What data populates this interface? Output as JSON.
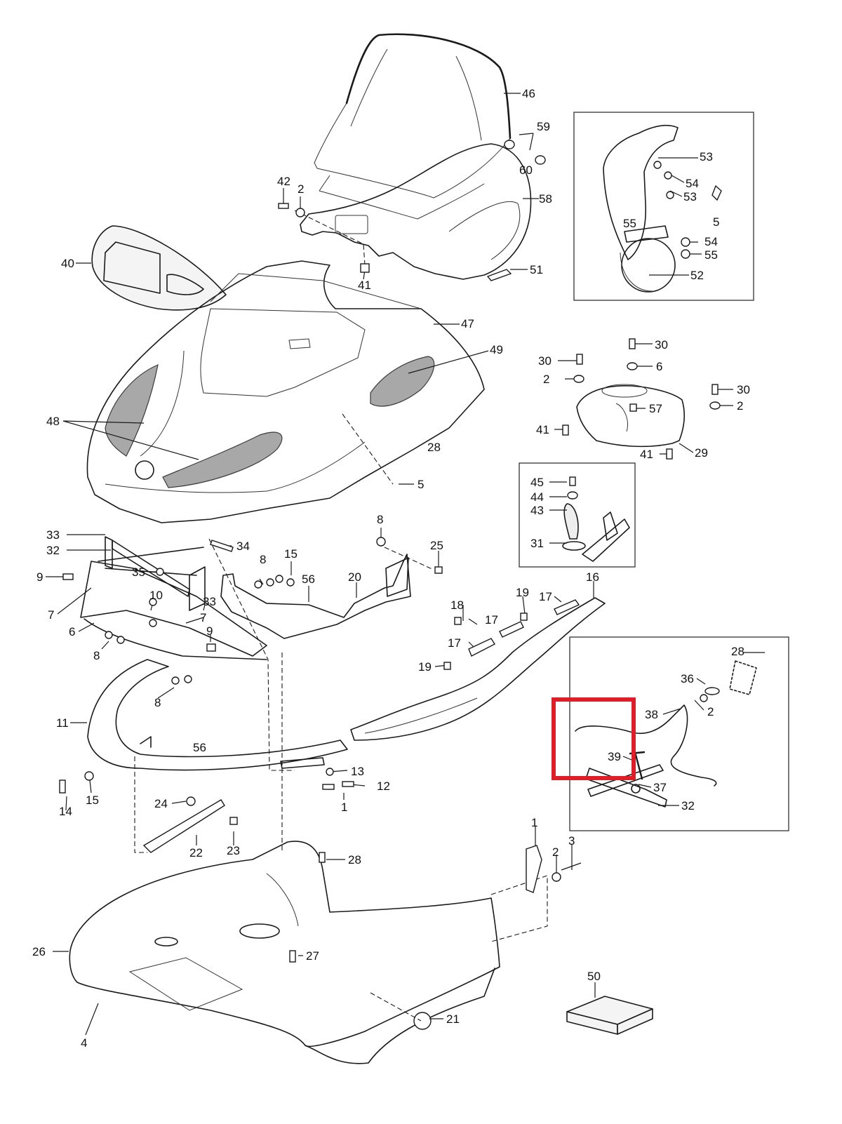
{
  "callouts": {
    "c46": "46",
    "c59": "59",
    "c60": "60",
    "c58": "58",
    "c42": "42",
    "c2a": "2",
    "c41a": "41",
    "c51": "51",
    "c40": "40",
    "c47": "47",
    "c49": "49",
    "c48": "48",
    "c28a": "28",
    "c5a": "5",
    "c53a": "53",
    "c54a": "54",
    "c53b": "53",
    "c5b": "5",
    "c55a": "55",
    "c54b": "54",
    "c55b": "55",
    "c52": "52",
    "c30a": "30",
    "c30b": "30",
    "c6a": "6",
    "c2b": "2",
    "c30c": "30",
    "c2c": "2",
    "c57": "57",
    "c41b": "41",
    "c41c": "41",
    "c29": "29",
    "c45": "45",
    "c44": "44",
    "c43": "43",
    "c31": "31",
    "c33a": "33",
    "c32a": "32",
    "c34": "34",
    "c8a": "8",
    "c25": "25",
    "c35": "35",
    "c9a": "9",
    "c8b": "8",
    "c15a": "15",
    "c56a": "56",
    "c20": "20",
    "c16": "16",
    "c7a": "7",
    "c6b": "6",
    "c10": "10",
    "c33b": "33",
    "c7b": "7",
    "c9b": "9",
    "c8c": "8",
    "c8d": "8",
    "c18": "18",
    "c19a": "19",
    "c17a": "17",
    "c17b": "17",
    "c17c": "17",
    "c19b": "19",
    "c11": "11",
    "c56b": "56",
    "c13": "13",
    "c12": "12",
    "c1a": "1",
    "c15b": "15",
    "c14": "14",
    "c24": "24",
    "c22": "22",
    "c23": "23",
    "c28b": "28",
    "c36": "36",
    "c38": "38",
    "c2d": "2",
    "c39": "39",
    "c37": "37",
    "c32b": "32",
    "c1b": "1",
    "c2e": "2",
    "c3": "3",
    "c28c": "28",
    "c27": "27",
    "c26": "26",
    "c4": "4",
    "c21": "21",
    "c50": "50"
  },
  "colors": {
    "line": "#1a1a1a",
    "highlight": "#dd1f2a",
    "mesh": "#9a9a9a"
  }
}
